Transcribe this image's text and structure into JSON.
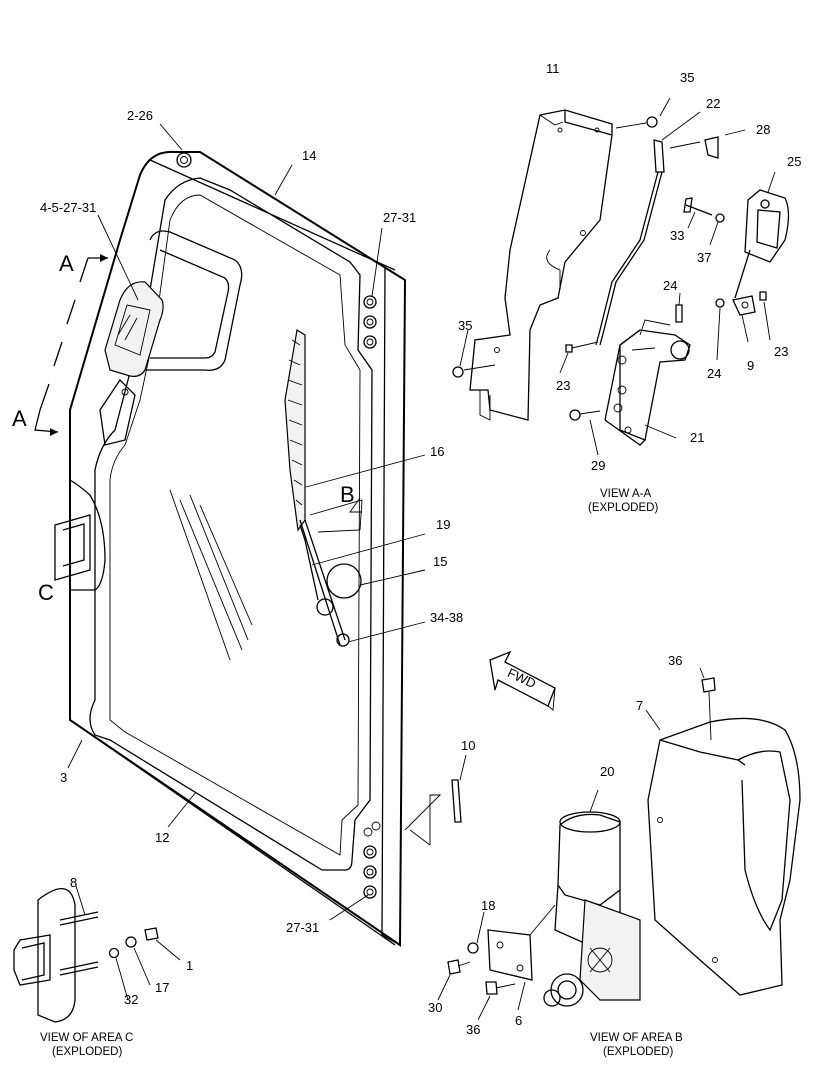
{
  "callouts": {
    "c_2_26": "2-26",
    "c_14": "14",
    "c_4_5_27_31": "4-5-27-31",
    "c_27_31_top": "27-31",
    "c_16": "16",
    "c_B": "B",
    "c_19": "19",
    "c_15": "15",
    "c_34_38": "34-38",
    "c_A_top": "A",
    "c_A_bottom": "A",
    "c_C": "C",
    "c_3": "3",
    "c_12": "12",
    "c_27_31_bottom": "27-31",
    "c_10": "10",
    "c_11": "11",
    "c_35_top": "35",
    "c_22": "22",
    "c_28": "28",
    "c_25": "25",
    "c_33": "33",
    "c_37": "37",
    "c_24_top": "24",
    "c_35_left": "35",
    "c_23_left": "23",
    "c_24_right": "24",
    "c_9": "9",
    "c_23_right": "23",
    "c_21": "21",
    "c_29": "29",
    "c_36_top": "36",
    "c_7": "7",
    "c_20": "20",
    "c_18": "18",
    "c_30": "30",
    "c_36_bottom": "36",
    "c_6": "6",
    "c_8": "8",
    "c_1": "1",
    "c_17": "17",
    "c_32": "32"
  },
  "captions": {
    "view_aa_line1": "VIEW A-A",
    "view_aa_line2": "(EXPLODED)",
    "view_b_line1": "VIEW OF AREA B",
    "view_b_line2": "(EXPLODED)",
    "view_c_line1": "VIEW OF AREA C",
    "view_c_line2": "(EXPLODED)"
  },
  "fwd_label": "FWD"
}
